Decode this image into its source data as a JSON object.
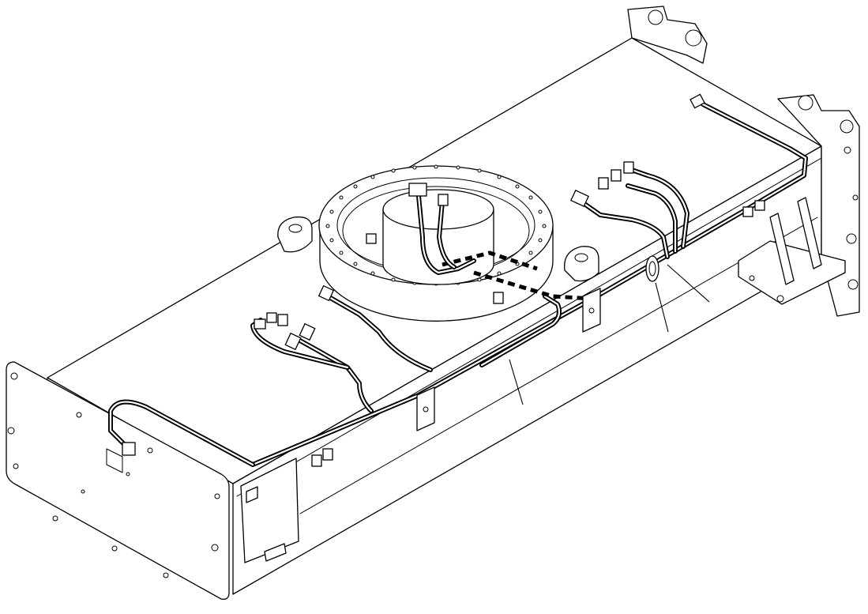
{
  "figure": {
    "subject": "wiring-harness-routing",
    "colors": {
      "line": "#000000",
      "background": "#ffffff"
    }
  },
  "callouts": [
    {
      "id": "callout-1",
      "label": ""
    },
    {
      "id": "callout-2",
      "label": ""
    },
    {
      "id": "callout-3",
      "label": ""
    }
  ]
}
